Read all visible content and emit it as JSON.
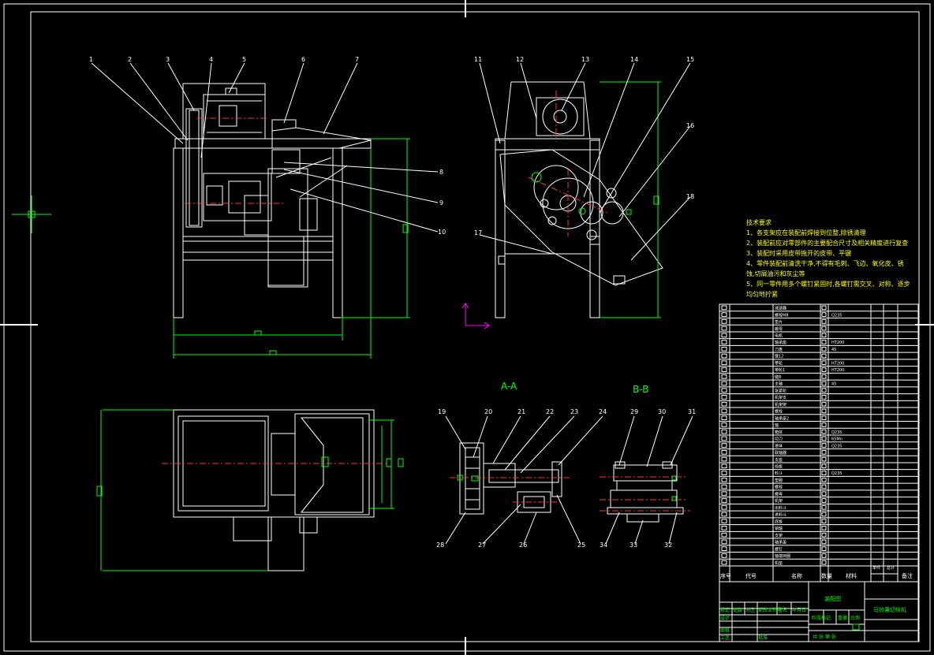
{
  "drawing": {
    "title_cn": "马铃薯切块机",
    "drawing_no": "装配图",
    "section_labels": [
      "A-A",
      "B-B"
    ],
    "callouts": [
      "1",
      "2",
      "3",
      "4",
      "5",
      "6",
      "7",
      "8",
      "9",
      "10",
      "11",
      "12",
      "13",
      "14",
      "15",
      "16",
      "17",
      "18",
      "19",
      "20",
      "21",
      "22",
      "23",
      "24",
      "25",
      "26",
      "27",
      "28",
      "29",
      "30",
      "31",
      "32",
      "33",
      "34"
    ]
  },
  "tech_requirements": {
    "heading": "技术要求",
    "lines": [
      "1、各支架应在装配前焊接到位整,除锈清理",
      "2、装配前应对零部件的主要配合尺寸及相关精度进行复查",
      "3、装配时采用皮带拖开的皮带、平键",
      "4、零件装配前清洗干净,不得有毛刺、飞边、氧化皮、锈",
      "   蚀,切屑油污和灰尘等",
      "5、同一零件用多个螺钉紧固时,各螺钉需交叉、对称、逐步",
      "   均匀地拧紧"
    ]
  },
  "bom": {
    "header": {
      "seq": "序号",
      "code": "代号",
      "name": "名称",
      "qty": "数量",
      "material": "材料",
      "unit_w": "单件",
      "total_w": "总计",
      "note": "备注"
    },
    "rows": [
      "减速器",
      "螺栓M8",
      "垫片",
      "螺母",
      "电机",
      "轴承座",
      "刀盘",
      "键12",
      "带轮",
      "带轮1",
      "键8",
      "主轴",
      "张紧轮",
      "机架支",
      "机架架",
      "螺栓",
      "轴承座2",
      "轴",
      "箱体",
      "切刀",
      "罩体",
      "联轴器",
      "支座",
      "挡板",
      "料斗",
      "垫圈",
      "螺栓",
      "螺母",
      "机架",
      "出料斗",
      "进料斗",
      "底板",
      "销轴",
      "支架",
      "轴承盖",
      "螺钉",
      "轴端挡圈",
      "机座"
    ],
    "materials": [
      "",
      "Q235",
      "",
      "",
      "",
      "HT200",
      "45",
      "",
      "HT200",
      "HT200",
      "",
      "45",
      "",
      "",
      "",
      "",
      "",
      "",
      "Q235",
      "65Mn",
      "Q235",
      "",
      "",
      "",
      "Q235",
      "",
      "",
      "",
      "",
      "",
      "",
      "",
      "",
      "",
      "",
      "",
      "",
      ""
    ]
  },
  "title_block": {
    "design": "设计",
    "check": "审核",
    "process": "工艺",
    "approve": "批准",
    "stage": "阶段标记",
    "weight": "重量",
    "scale": "比例",
    "sheet": "共 张 第 张",
    "marks": [
      "标记",
      "处数",
      "分区",
      "更改文件号",
      "签名",
      "年月日"
    ]
  },
  "colors": {
    "background": "#000000",
    "line": "#ffffff",
    "dimension": "#00ff00",
    "centerline": "#ff3333",
    "notes": "#ffff00",
    "ucs": "#ff00ff"
  }
}
